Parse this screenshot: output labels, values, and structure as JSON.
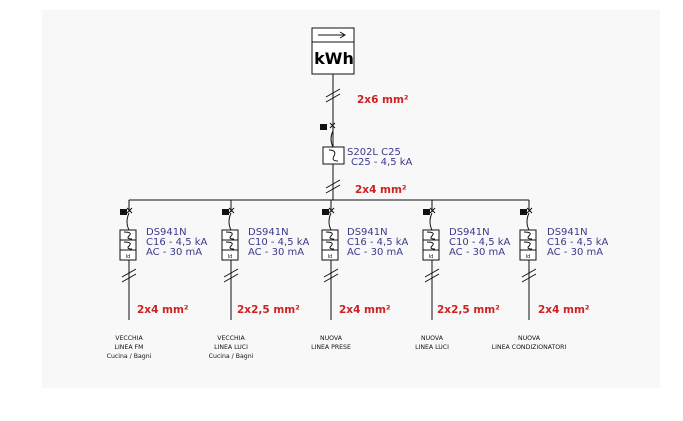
{
  "meter": {
    "label": "kWh"
  },
  "supply_cable": {
    "label": "2x6 mm²"
  },
  "main_breaker": {
    "model": "S202L C25",
    "rating": "C25 - 4,5 kA"
  },
  "busbar_cable": {
    "label": "2x4 mm²"
  },
  "branches": [
    {
      "model": "DS941N",
      "rating": "C16 - 4,5 kA",
      "residual": "AC - 30 mA",
      "id_label": "Id",
      "cable": "2x4 mm²",
      "circuit": [
        "VECCHIA",
        "LINEA FM",
        "Cucina / Bagni"
      ]
    },
    {
      "model": "DS941N",
      "rating": "C10 - 4,5 kA",
      "residual": "AC - 30 mA",
      "id_label": "Id",
      "cable": "2x2,5 mm²",
      "circuit": [
        "VECCHIA",
        "LINEA LUCI",
        "Cucina / Bagni"
      ]
    },
    {
      "model": "DS941N",
      "rating": "C16 - 4,5 kA",
      "residual": "AC - 30 mA",
      "id_label": "Id",
      "cable": "2x4 mm²",
      "circuit": [
        "NUOVA",
        "LINEA PRESE"
      ]
    },
    {
      "model": "DS941N",
      "rating": "C10 - 4,5 kA",
      "residual": "AC - 30 mA",
      "id_label": "Id",
      "cable": "2x2,5 mm²",
      "circuit": [
        "NUOVA",
        "LINEA LUCI"
      ]
    },
    {
      "model": "DS941N",
      "rating": "C16 - 4,5 kA",
      "residual": "AC - 30 mA",
      "id_label": "Id",
      "cable": "2x4 mm²",
      "circuit": [
        "NUOVA",
        "LINEA CONDIZIONATORI"
      ]
    }
  ],
  "colors": {
    "cable_label": "#cc2222",
    "device_label": "#3a3a8c",
    "line": "#111111",
    "panel": "#f8f8f8"
  }
}
